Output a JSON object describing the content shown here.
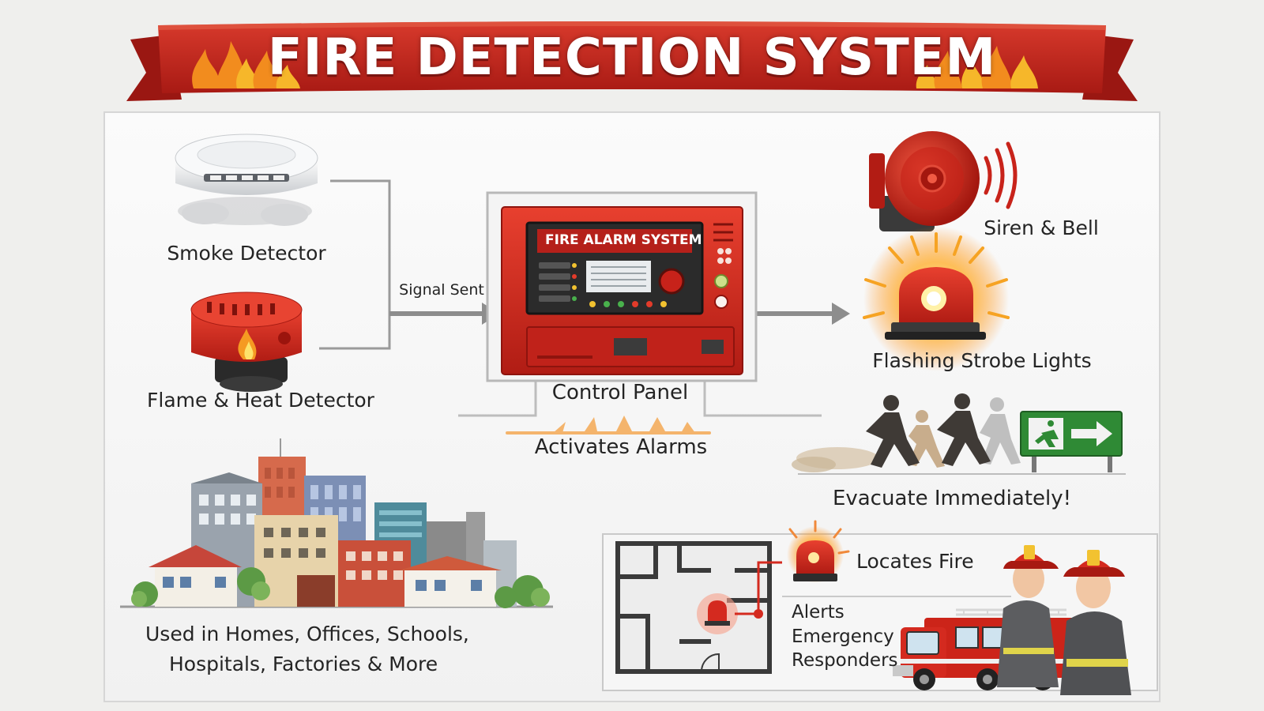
{
  "banner": {
    "title": "FIRE DETECTION SYSTEM"
  },
  "inputs": [
    {
      "label": "Smoke Detector",
      "icon": "smoke-detector-icon"
    },
    {
      "label": "Flame & Heat Detector",
      "icon": "flame-heat-detector-icon"
    }
  ],
  "signal_label": "Signal Sent",
  "control_panel": {
    "screen_title": "FIRE ALARM SYSTEM",
    "label": "Control Panel",
    "action": "Activates Alarms"
  },
  "outputs": [
    {
      "label": "Siren & Bell",
      "icon": "bell-icon"
    },
    {
      "label": "Flashing Strobe Lights",
      "icon": "strobe-light-icon"
    }
  ],
  "evacuate_label": "Evacuate Immediately!",
  "uses_label": {
    "line1": "Used in Homes, Offices, Schools,",
    "line2": "Hospitals, Factories & More"
  },
  "responders": {
    "locates": "Locates Fire",
    "alerts": [
      "Alerts",
      "Emergency",
      "Responders"
    ]
  },
  "colors": {
    "banner_red": "#c8261d",
    "alarm_red": "#d42a1f",
    "exit_green": "#2f8a35",
    "text": "#242424"
  }
}
